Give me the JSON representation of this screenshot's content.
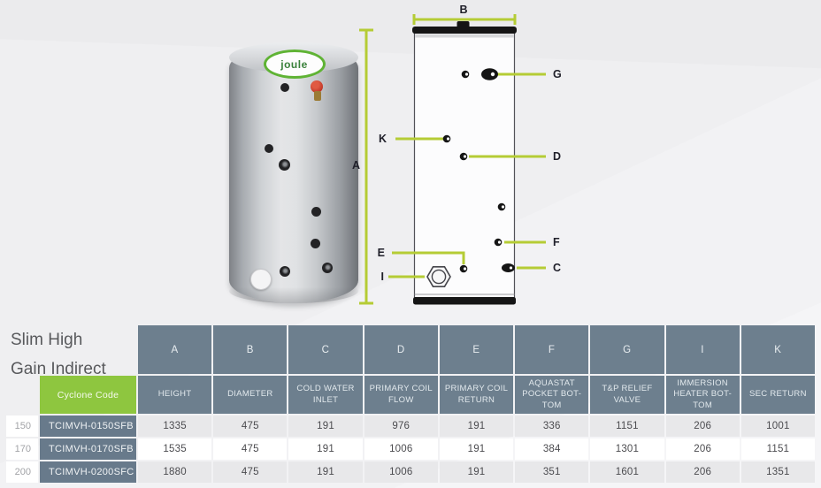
{
  "title": {
    "line1": "Slim High",
    "line2": "Gain Indirect"
  },
  "photo": {
    "logo_text": "joule"
  },
  "colors": {
    "accent_green": "#8ec63f",
    "dimension_green": "#b5cc35",
    "header_slate": "#6d7f8e",
    "code_slate": "#687a8b",
    "row_stripe": "#e8e8ea"
  },
  "diagram": {
    "labels": {
      "a": "A",
      "b": "B",
      "c": "C",
      "d": "D",
      "e": "E",
      "f": "F",
      "g": "G",
      "i": "I",
      "k": "K"
    }
  },
  "table": {
    "code_header": "Cyclone Code",
    "columns": [
      {
        "letter": "A",
        "name": "HEIGHT"
      },
      {
        "letter": "B",
        "name": "DIAMETER"
      },
      {
        "letter": "C",
        "name": "COLD WATER INLET"
      },
      {
        "letter": "D",
        "name": "PRIMARY COIL FLOW"
      },
      {
        "letter": "E",
        "name": "PRIMARY COIL RETURN"
      },
      {
        "letter": "F",
        "name": "AQUASTAT POCKET BOT- TOM"
      },
      {
        "letter": "G",
        "name": "T&P RELIEF VALVE"
      },
      {
        "letter": "I",
        "name": "IMMERSION HEATER BOT- TOM"
      },
      {
        "letter": "K",
        "name": "SEC RETURN"
      }
    ],
    "rows": [
      {
        "size": "150",
        "code": "TCIMVH-0150SFB",
        "values": [
          "1335",
          "475",
          "191",
          "976",
          "191",
          "336",
          "1151",
          "206",
          "1001"
        ]
      },
      {
        "size": "170",
        "code": "TCIMVH-0170SFB",
        "values": [
          "1535",
          "475",
          "191",
          "1006",
          "191",
          "384",
          "1301",
          "206",
          "1151"
        ]
      },
      {
        "size": "200",
        "code": "TCIMVH-0200SFC",
        "values": [
          "1880",
          "475",
          "191",
          "1006",
          "191",
          "351",
          "1601",
          "206",
          "1351"
        ]
      }
    ]
  }
}
